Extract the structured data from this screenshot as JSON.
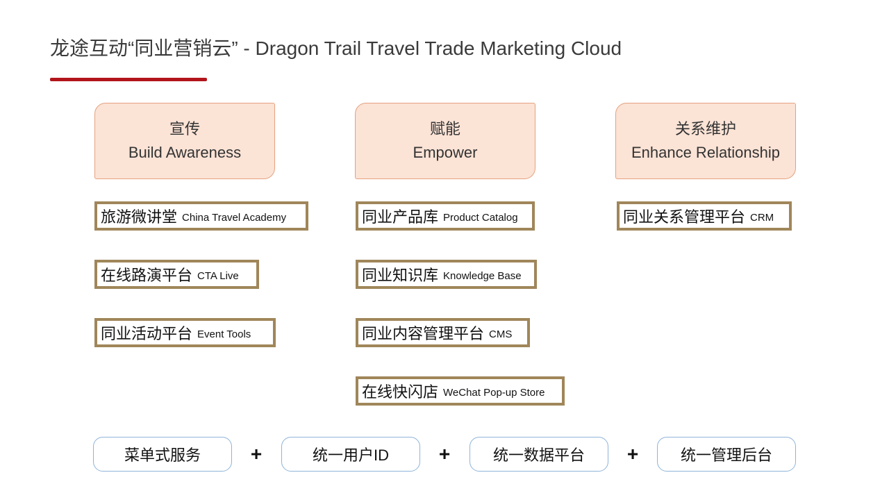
{
  "title": "龙途互动“同业营销云”  - Dragon Trail Travel Trade Marketing Cloud",
  "pillars": [
    {
      "cn": "宣传",
      "en": "Build Awareness"
    },
    {
      "cn": "赋能",
      "en": "Empower"
    },
    {
      "cn": "关系维护",
      "en": "Enhance Relationship"
    }
  ],
  "features": {
    "awareness": [
      {
        "cn": "旅游微讲堂",
        "en": "China Travel Academy"
      },
      {
        "cn": "在线路演平台",
        "en": "CTA Live"
      },
      {
        "cn": "同业活动平台",
        "en": "Event Tools"
      }
    ],
    "empower": [
      {
        "cn": "同业产品库",
        "en": "Product Catalog"
      },
      {
        "cn": "同业知识库",
        "en": "Knowledge Base"
      },
      {
        "cn": "同业内容管理平台",
        "en": "CMS"
      },
      {
        "cn": "在线快闪店",
        "en": "WeChat Pop-up Store"
      }
    ],
    "relationship": [
      {
        "cn": "同业关系管理平台",
        "en": "CRM"
      }
    ]
  },
  "services": [
    "菜单式服务",
    "统一用户ID",
    "统一数据平台",
    "统一管理后台"
  ],
  "plus": "+",
  "colors": {
    "accent_red": "#b2141b",
    "pillar_fill": "#fbe3d6",
    "pillar_border": "#e5a27f",
    "feature_border": "#a0865a",
    "service_border": "#8fb4d9"
  }
}
